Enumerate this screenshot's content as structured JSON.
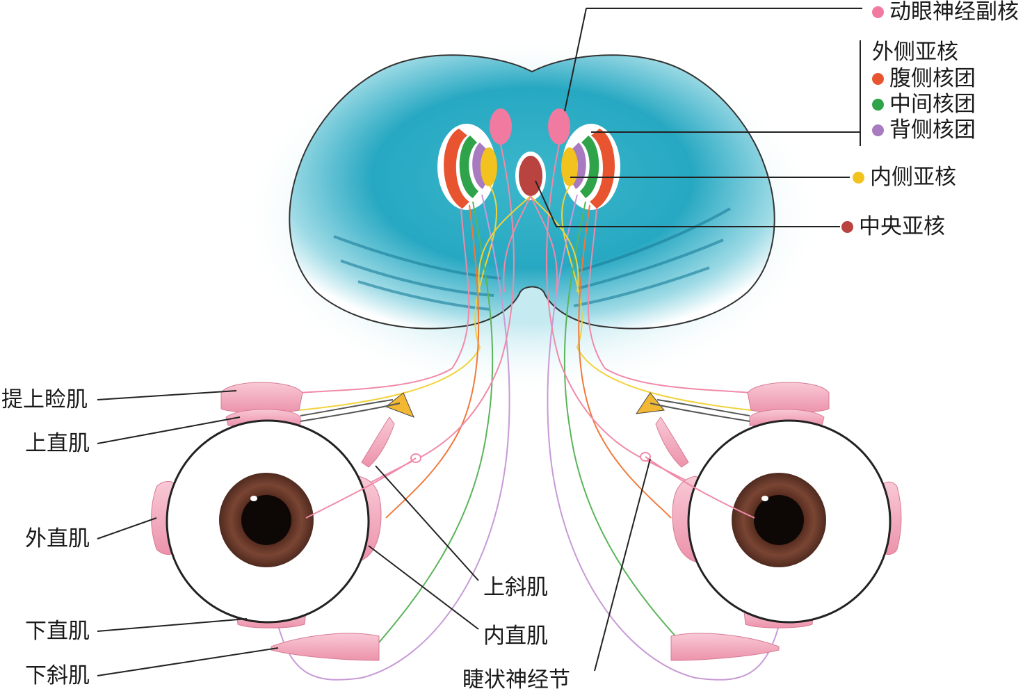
{
  "legend": {
    "accessory": {
      "label": "动眼神经副核",
      "color": "#f07aa0"
    },
    "lateral_title": "外侧亚核",
    "ventral": {
      "label": "腹侧核团",
      "color": "#e8542f"
    },
    "intermediate": {
      "label": "中间核团",
      "color": "#2fa34a"
    },
    "dorsal": {
      "label": "背侧核团",
      "color": "#a87bc0"
    },
    "medial": {
      "label": "内侧亚核",
      "color": "#f2c21e"
    },
    "central": {
      "label": "中央亚核",
      "color": "#b8433f"
    }
  },
  "muscles": {
    "levator": "提上睑肌",
    "superior_rectus": "上直肌",
    "lateral_rectus": "外直肌",
    "inferior_rectus": "下直肌",
    "inferior_oblique": "下斜肌",
    "superior_oblique": "上斜肌",
    "medial_rectus": "内直肌",
    "ciliary_ganglion": "睫状神经节"
  },
  "colors": {
    "brain_fill": "#2bb0c8",
    "muscle": "#f2a9bd",
    "iris": "#6b3a2c",
    "nerve_pink": "#f08aa8",
    "nerve_yellow": "#f2d23a",
    "nerve_green": "#5bb45a",
    "nerve_purple": "#c79ad6",
    "nerve_orange": "#ef7a3c",
    "ganglion": "#f2b834"
  }
}
